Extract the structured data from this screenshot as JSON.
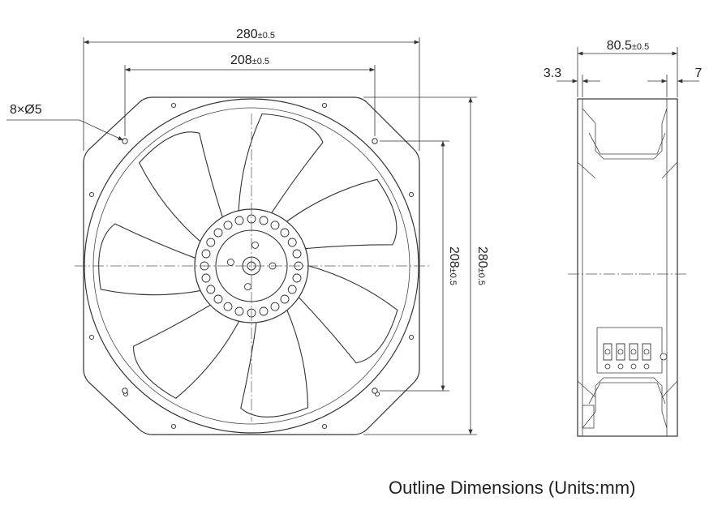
{
  "front_view": {
    "width_dim": {
      "value": "280",
      "tol": "±0.5"
    },
    "hole_spacing_dim": {
      "value": "208",
      "tol": "±0.5"
    },
    "hole_callout": "8×Ø5",
    "height_dim": {
      "value": "280",
      "tol": "±0.5"
    },
    "hole_spacing_v_dim": {
      "value": "208",
      "tol": "±0.5"
    },
    "blade_count": 7
  },
  "side_view": {
    "depth_dim": {
      "value": "80.5",
      "tol": "±0.5"
    },
    "flange_left": "3.3",
    "flange_right": "7"
  },
  "caption": "Outline Dimensions (Units:mm)"
}
